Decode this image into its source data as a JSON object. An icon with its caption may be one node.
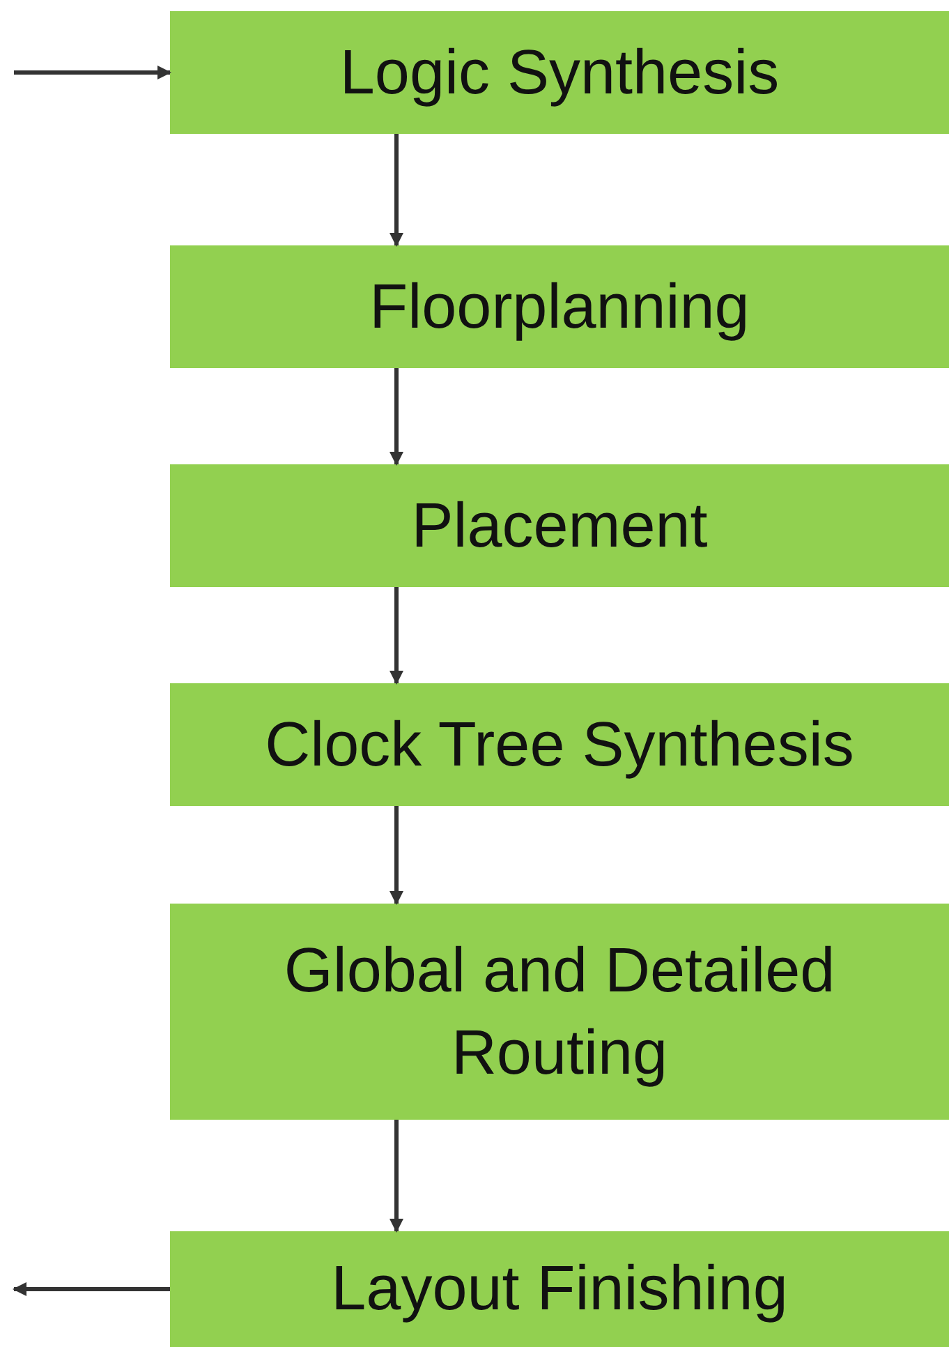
{
  "diagram": {
    "nodes": [
      {
        "text": [
          "Logic Synthesis"
        ]
      },
      {
        "text": [
          "Floorplanning"
        ]
      },
      {
        "text": [
          "Placement"
        ]
      },
      {
        "text": [
          "Clock Tree Synthesis"
        ]
      },
      {
        "text": [
          "Global and Detailed Routing"
        ]
      },
      {
        "text": [
          "Layout Finishing"
        ]
      }
    ],
    "edges": [
      {
        "from": null,
        "to": 0,
        "arrow": "to"
      },
      {
        "from": 0,
        "to": 1,
        "arrow": "to"
      },
      {
        "from": 1,
        "to": 2,
        "arrow": "to"
      },
      {
        "from": 2,
        "to": 3,
        "arrow": "to"
      },
      {
        "from": 3,
        "to": 4,
        "arrow": "to"
      },
      {
        "from": 4,
        "to": 5,
        "arrow": "to"
      },
      {
        "from": 5,
        "to": null,
        "arrow": "to"
      }
    ]
  }
}
